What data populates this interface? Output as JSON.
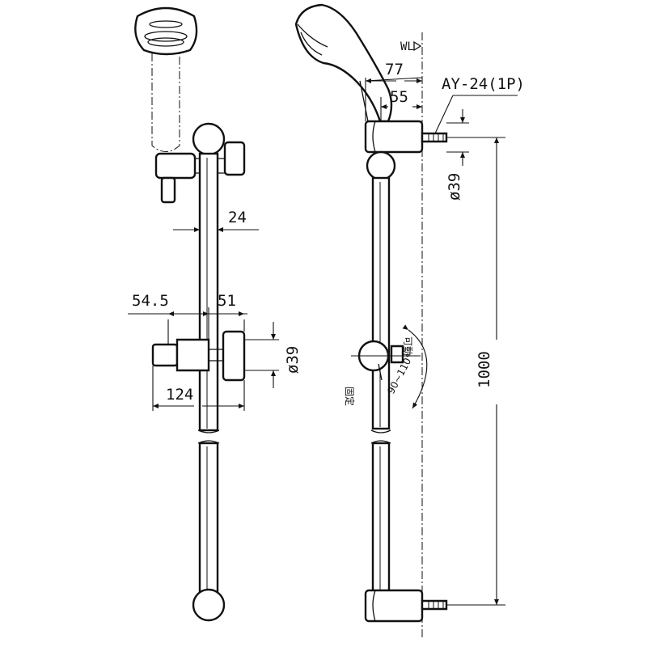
{
  "diagram": {
    "dimensions": {
      "top_width_outer": "77",
      "top_width_inner": "55",
      "bar_diameter": "24",
      "holder_left": "54.5",
      "holder_right": "51",
      "holder_width": "124",
      "holder_diameter": "ø39",
      "bracket_diameter": "ø39",
      "bar_length": "1000"
    },
    "labels": {
      "part_number": "AY-24(1P)",
      "wall_line": "WL",
      "adjustable": "可動",
      "fixed": "固定",
      "angle_range": "90~110°"
    }
  }
}
